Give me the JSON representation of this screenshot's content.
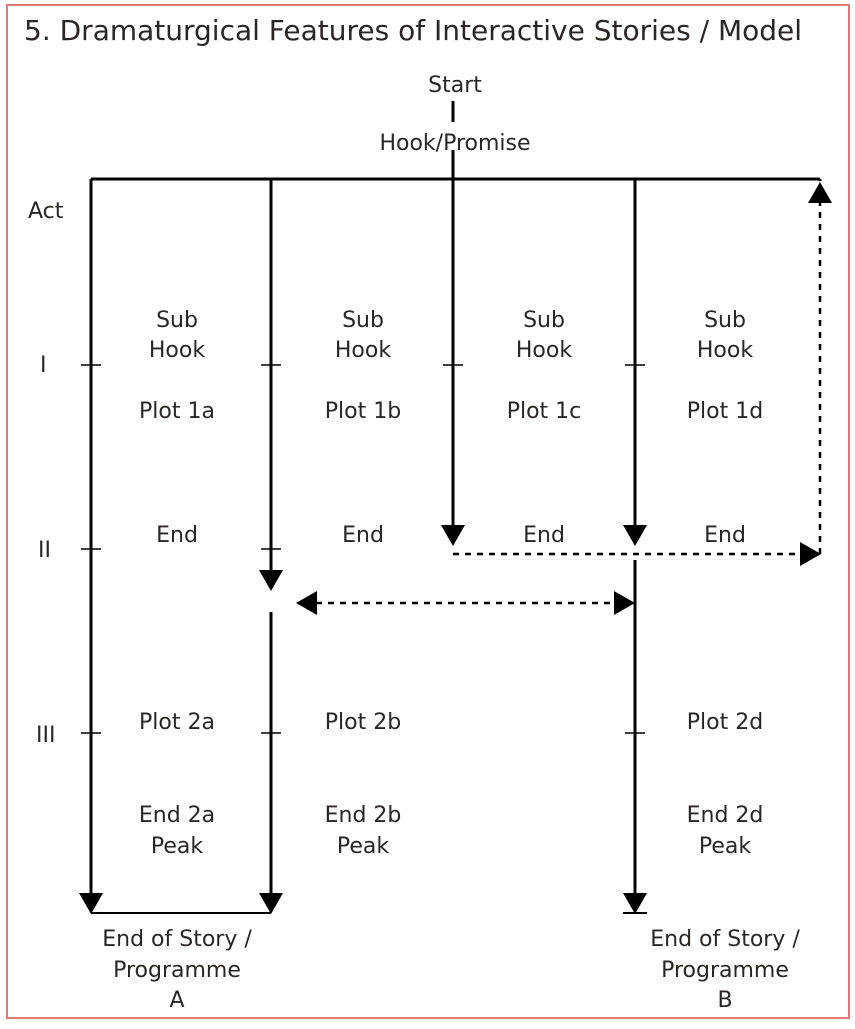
{
  "title": "5. Dramaturgical Features of Interactive Stories / Model",
  "colors": {
    "frame": "#e07a7a",
    "ink": "#000000",
    "text": "#2b2623",
    "background": "#ffffff"
  },
  "top": {
    "start": "Start",
    "hook": "Hook/Promise"
  },
  "acts": {
    "header": "Act",
    "act1": "I",
    "act2": "II",
    "act3": "III"
  },
  "cells": {
    "sub": "Sub",
    "hook": "Hook",
    "end": "End",
    "peak": "Peak",
    "plot1": [
      "Plot 1a",
      "Plot 1b",
      "Plot 1c",
      "Plot 1d"
    ],
    "plot2": [
      "Plot 2a",
      "Plot 2b",
      "Plot 2d"
    ],
    "end2": [
      "End 2a",
      "End 2b",
      "End 2d"
    ]
  },
  "endings": {
    "a": {
      "line1": "End of Story /",
      "line2": "Programme",
      "letter": "A"
    },
    "b": {
      "line1": "End of Story /",
      "line2": "Programme",
      "letter": "B"
    }
  }
}
